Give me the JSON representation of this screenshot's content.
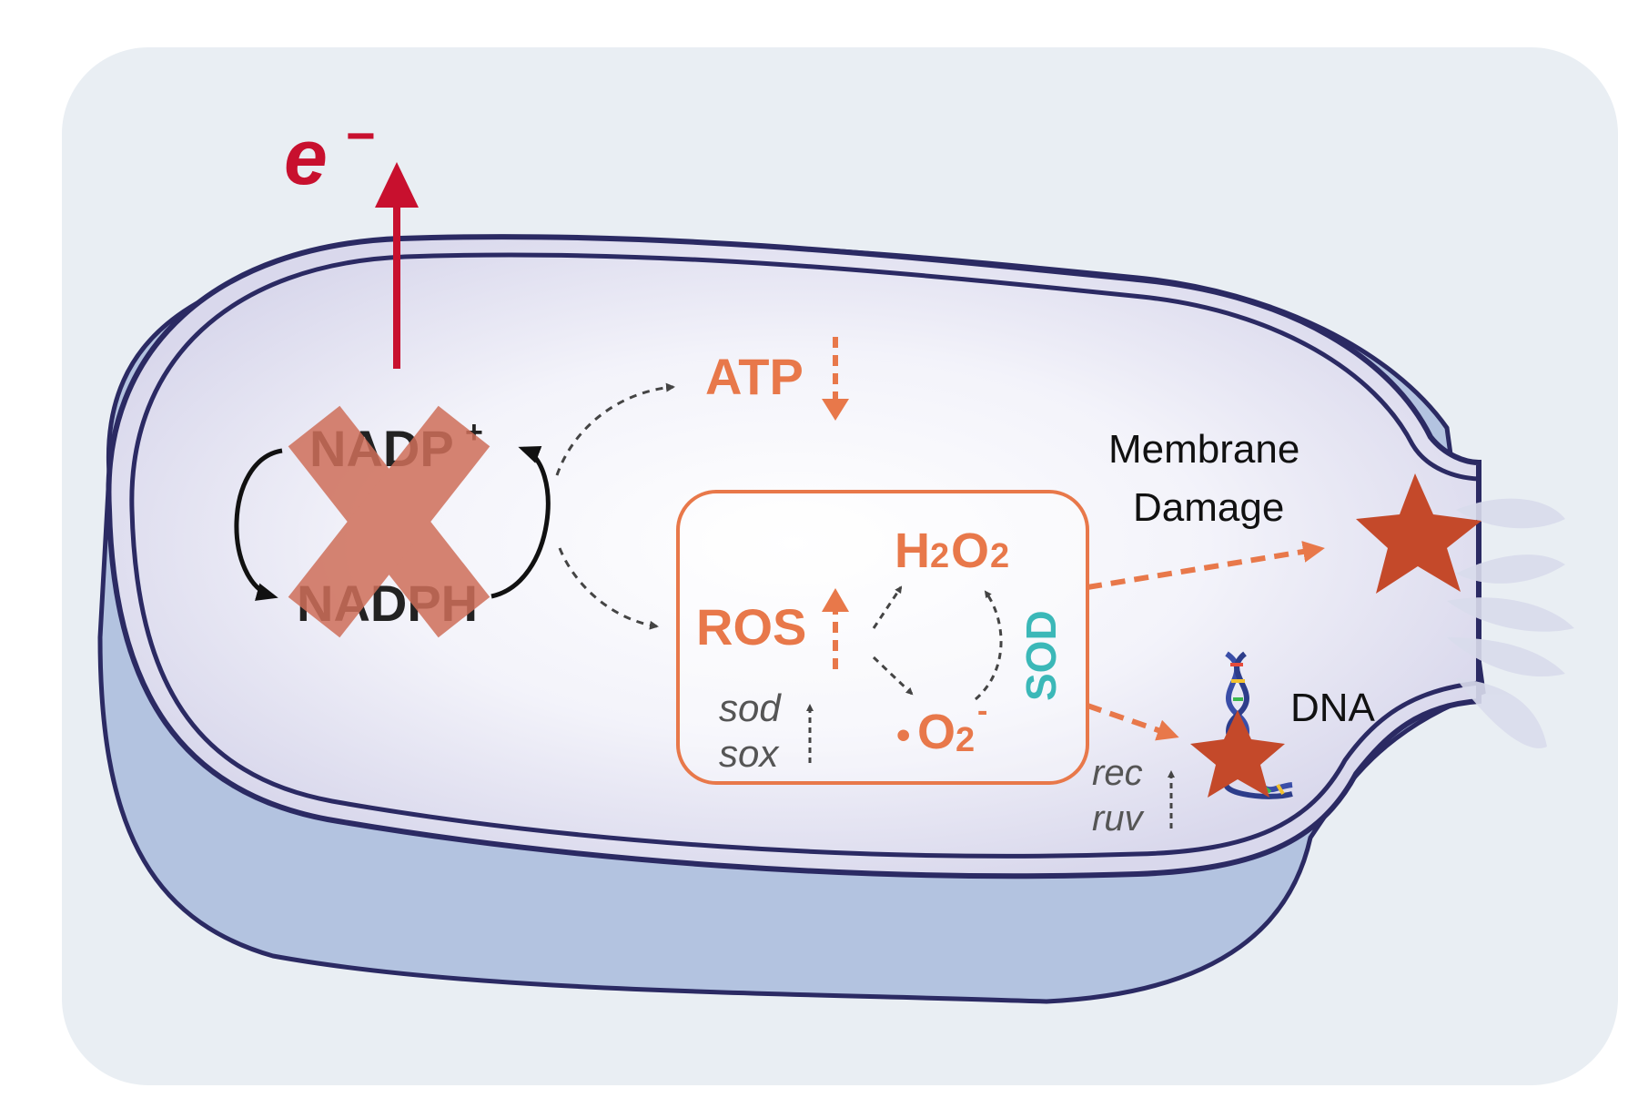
{
  "labels": {
    "electron": "e",
    "electron_charge": "−",
    "nadp_plus": "NADP",
    "nadp_plus_sup": "+",
    "nadph": "NADPH",
    "atp": "ATP",
    "ros": "ROS",
    "h2o2_h": "H",
    "h2o2_2a": "2",
    "h2o2_o": "O",
    "h2o2_2b": "2",
    "superoxide_dot": "•",
    "superoxide_o": "O",
    "superoxide_2": "2",
    "superoxide_charge": "-",
    "sod_enzyme": "SOD",
    "sod_gene": "sod",
    "sox_gene": "sox",
    "membrane_damage_line1": "Membrane",
    "membrane_damage_line2": "Damage",
    "dna": "DNA",
    "rec_gene": "rec",
    "ruv_gene": "ruv"
  },
  "colors": {
    "background_panel": "#e9eef3",
    "cell_outline": "#2b2a63",
    "cell_shadow": "#b3c3e0",
    "electron_red": "#c8102e",
    "ros_orange": "#e8784a",
    "sod_teal": "#3bb8b8",
    "cross_salmon": "#cf6f5a",
    "star_rust": "#c4492a",
    "label_gray": "#555555",
    "text_black": "#111111"
  }
}
